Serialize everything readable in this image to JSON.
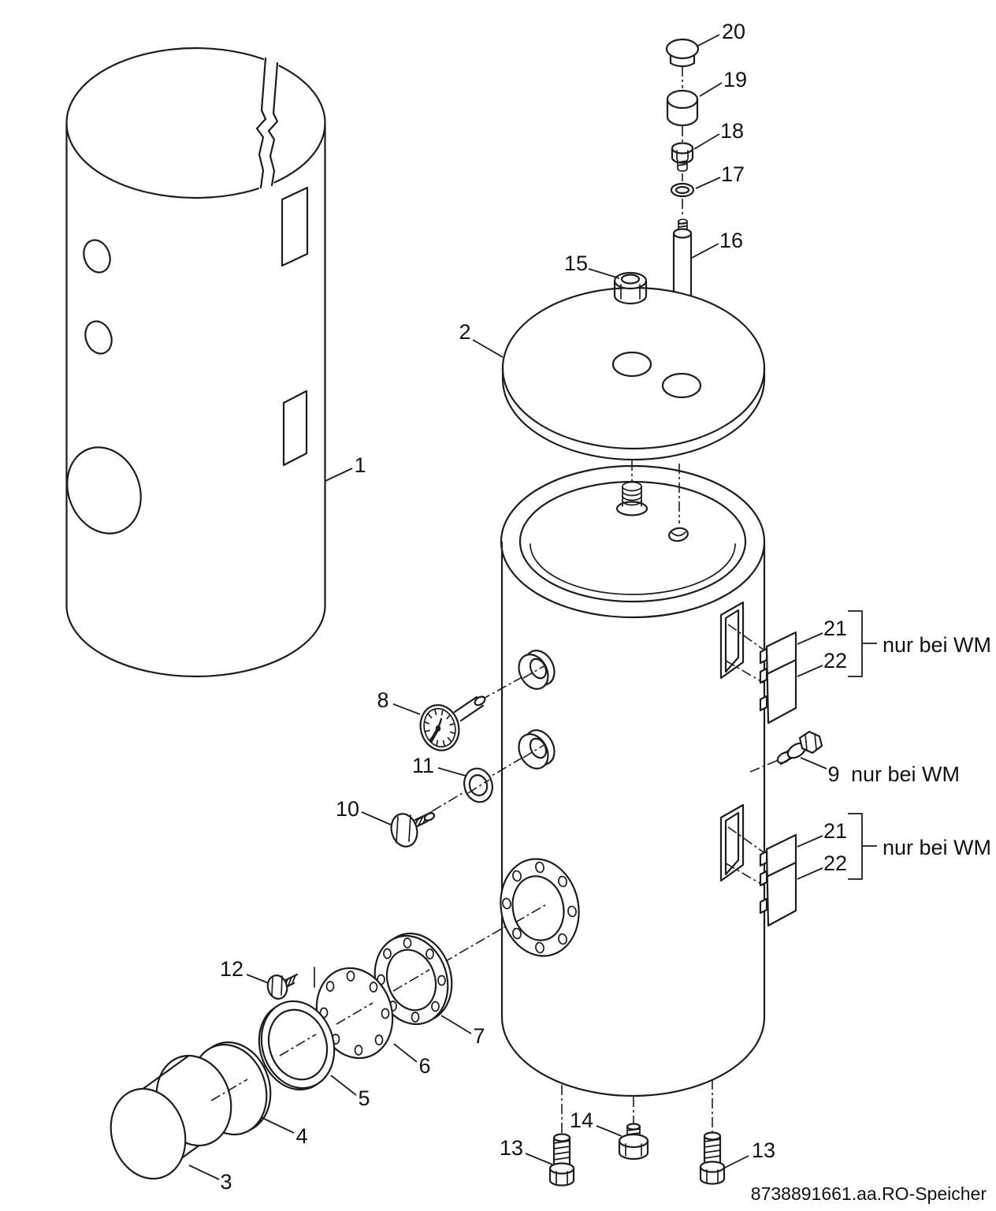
{
  "drawing": {
    "footer_code": "8738891661.aa.RO-Speicher",
    "wm_note": "nur bei WM",
    "callouts": {
      "1": "1",
      "2": "2",
      "3": "3",
      "4": "4",
      "5": "5",
      "6": "6",
      "7": "7",
      "8": "8",
      "9": "9",
      "10": "10",
      "11": "11",
      "12": "12",
      "13": "13",
      "14": "14",
      "15": "15",
      "16": "16",
      "17": "17",
      "18": "18",
      "19": "19",
      "20": "20",
      "21": "21",
      "22": "22"
    },
    "wm_marked_callouts": [
      "9",
      "21",
      "22"
    ]
  }
}
